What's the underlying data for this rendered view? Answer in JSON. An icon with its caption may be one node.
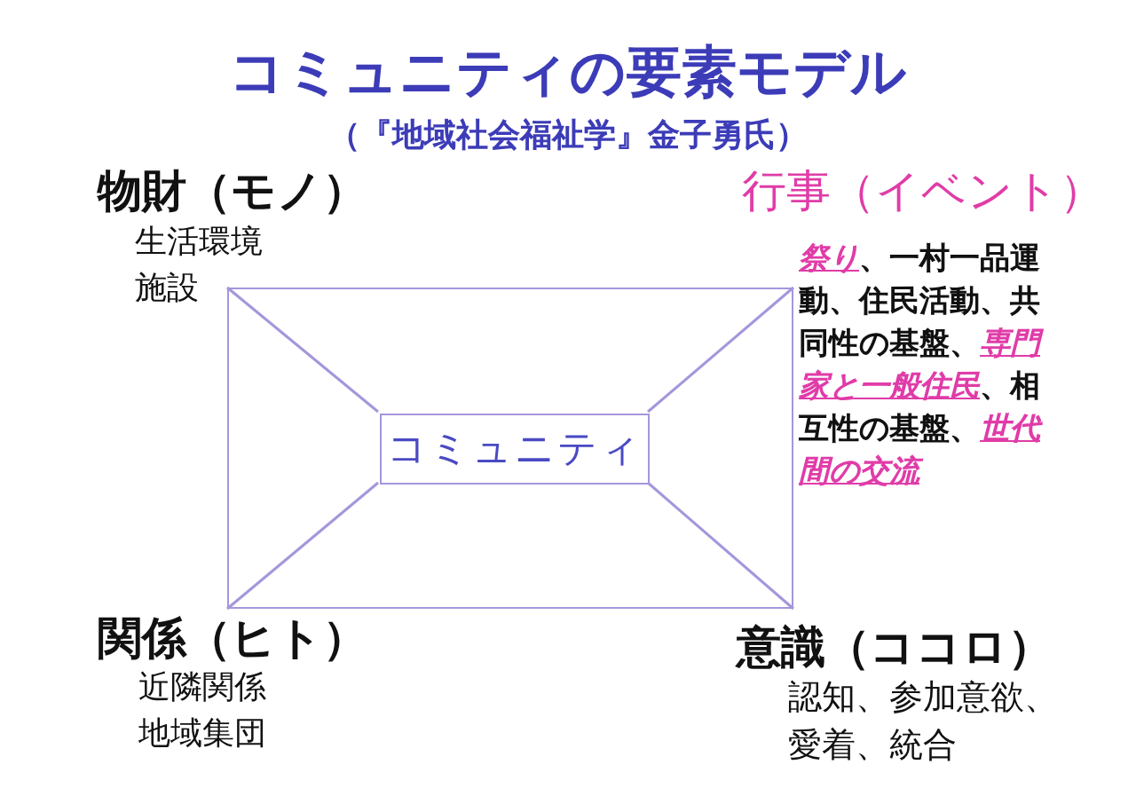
{
  "diagram": {
    "title": "コミュニティの要素モデル",
    "nodes": [
      {
        "text": [],
        "shape": "box"
      },
      {
        "text": [
          "コミュニティ"
        ],
        "in": 0
      }
    ],
    "edges": [
      {
        "from": 1,
        "to": 0,
        "arrow": "none"
      },
      {
        "from": 1,
        "to": 0,
        "arrow": "none"
      },
      {
        "from": 1,
        "to": 0,
        "arrow": "none"
      },
      {
        "from": 1,
        "to": 0,
        "arrow": "none"
      }
    ],
    "labels": [
      "（『地域社会福祉学』金子勇氏）",
      "物財（モノ）",
      "生活環境",
      "施設",
      "行事（イベント）",
      "*祭り*、一村一品運動、住民活動、共同性の基盤、*専門家と一般住民*、相互性の基盤、*世代間の交流*",
      "関係（ヒト）",
      "近隣関係",
      "地域集団",
      "意識（ココロ）",
      "認知、参加意欲、愛着、統合"
    ]
  }
}
